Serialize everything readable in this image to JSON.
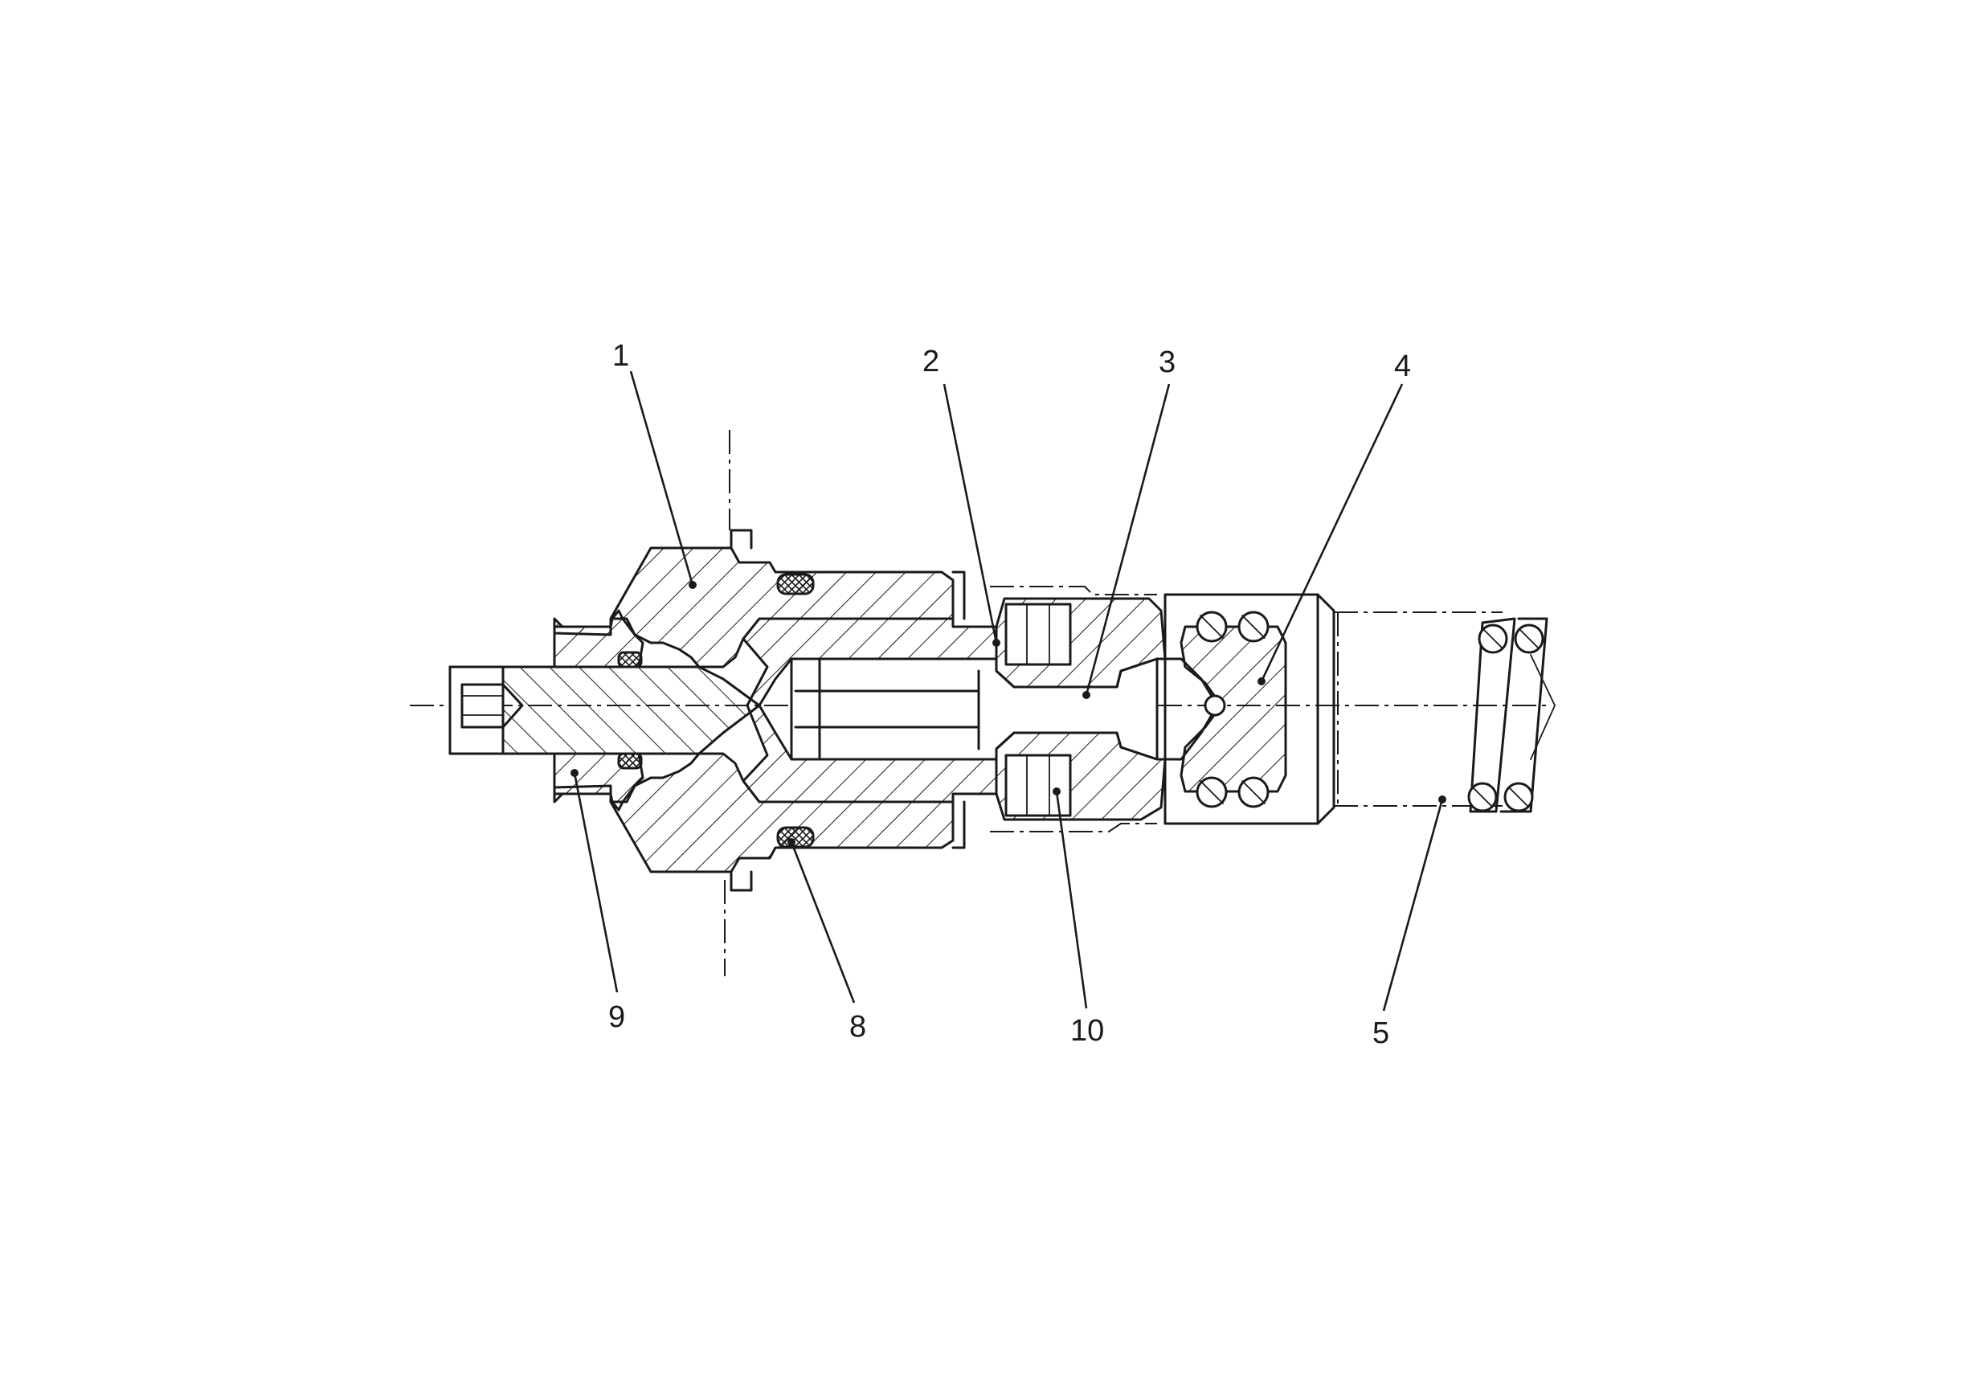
{
  "callouts": [
    {
      "id": "1",
      "text": "1"
    },
    {
      "id": "2",
      "text": "2"
    },
    {
      "id": "3",
      "text": "3"
    },
    {
      "id": "4",
      "text": "4"
    },
    {
      "id": "5",
      "text": "5"
    },
    {
      "id": "8",
      "text": "8"
    },
    {
      "id": "9",
      "text": "9"
    },
    {
      "id": "10",
      "text": "10"
    }
  ],
  "colors": {
    "ink": "#1a1a1a",
    "paper": "#ffffff"
  }
}
